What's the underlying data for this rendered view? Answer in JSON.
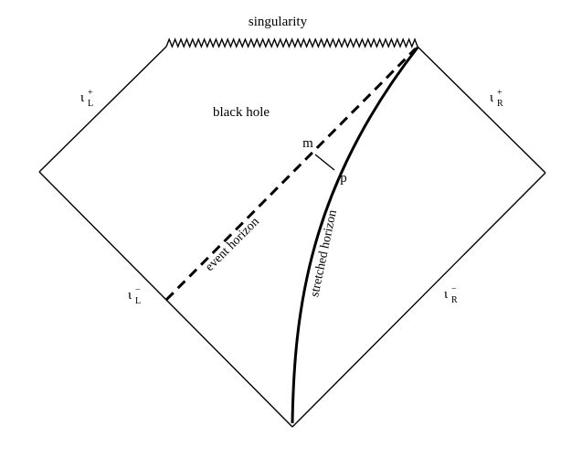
{
  "labels": {
    "singularity": "singularity",
    "black_hole": "black hole",
    "event_horizon": "event horizon",
    "stretched_horizon": "stretched horizon",
    "point_m": "m",
    "point_p": "p",
    "scri_plus_left": {
      "symbol": "ι",
      "sub": "L",
      "sup": "+"
    },
    "scri_plus_right": {
      "symbol": "ι",
      "sub": "R",
      "sup": "+"
    },
    "scri_minus_left": {
      "symbol": "ι",
      "sub": "L",
      "sup": "−"
    },
    "scri_minus_right": {
      "symbol": "ι",
      "sub": "R",
      "sup": "−"
    }
  },
  "colors": {
    "ink": "#000000",
    "background": "#ffffff"
  }
}
